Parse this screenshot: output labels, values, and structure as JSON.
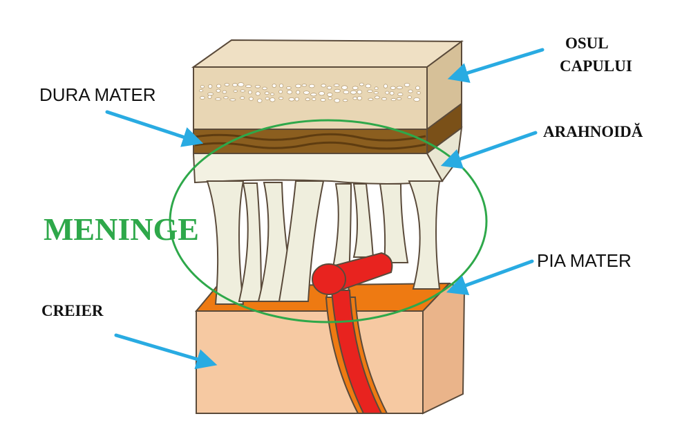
{
  "labels": {
    "osul_line1": "OSUL",
    "osul_line2": "CAPULUI",
    "dura_mater": "DURA MATER",
    "arahnoida": "ARAHNOIDĂ",
    "meninge": "MENINGE",
    "pia_mater": "PIA MATER",
    "creier": "CREIER"
  },
  "colors": {
    "bone": "#e8d6b4",
    "bone_top": "#efe0c4",
    "bone_side": "#d6c098",
    "dura": "#8b5e1f",
    "dura_stripe": "#5e3c10",
    "arachnoid": "#f3f1e2",
    "trabecula": "#efeedd",
    "pia": "#ee7a12",
    "brain": "#f6c9a2",
    "brain_side": "#eab48a",
    "vessel": "#e8231f",
    "arrow": "#29abe2",
    "highlight": "#2ea84a",
    "outline": "#5a4a3a"
  },
  "icons": {
    "arrow": "arrow-icon"
  }
}
